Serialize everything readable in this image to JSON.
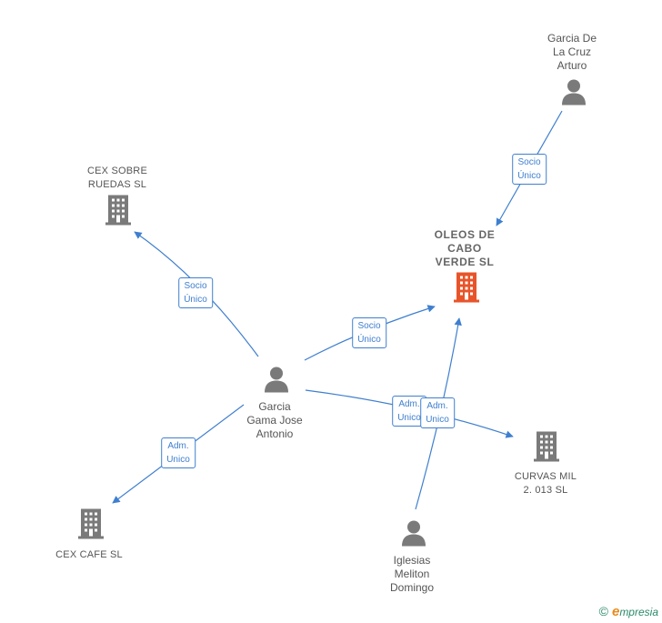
{
  "nodes": {
    "oleos": {
      "label": "OLEOS DE\nCABO\nVERDE  SL",
      "kind": "company",
      "color": "#e8542a"
    },
    "cex_sobre": {
      "label": "CEX SOBRE\nRUEDAS SL",
      "kind": "company",
      "color": "#7a7a7a"
    },
    "cex_cafe": {
      "label": "CEX CAFE SL",
      "kind": "company",
      "color": "#7a7a7a"
    },
    "curvas": {
      "label": "CURVAS MIL\n2. 013  SL",
      "kind": "company",
      "color": "#7a7a7a"
    },
    "garcia_cruz": {
      "label": "Garcia De\nLa Cruz\nArturo",
      "kind": "person",
      "color": "#7a7a7a"
    },
    "garcia_gama": {
      "label": "Garcia\nGama Jose\nAntonio",
      "kind": "person",
      "color": "#7a7a7a"
    },
    "iglesias": {
      "label": "Iglesias\nMeliton\nDomingo",
      "kind": "person",
      "color": "#7a7a7a"
    }
  },
  "edges": [
    {
      "from": "garcia_cruz",
      "to": "oleos",
      "label": "Socio\nÚnico"
    },
    {
      "from": "garcia_gama",
      "to": "cex_sobre",
      "label": "Socio\nÚnico"
    },
    {
      "from": "garcia_gama",
      "to": "oleos",
      "label": "Socio\nÚnico"
    },
    {
      "from": "garcia_gama",
      "to": "cex_cafe",
      "label": "Adm.\nUnico"
    },
    {
      "from": "garcia_gama",
      "to": "curvas",
      "label": "Adm.\nUnico"
    },
    {
      "from": "iglesias",
      "to": "oleos",
      "label": "Adm.\nUnico"
    }
  ],
  "watermark": {
    "copyright": "©",
    "brand_initial": "e",
    "brand_rest": "mpresia"
  },
  "colors": {
    "edge": "#3f7fcf",
    "icon_gray": "#7a7a7a",
    "main_company": "#e8542a"
  }
}
